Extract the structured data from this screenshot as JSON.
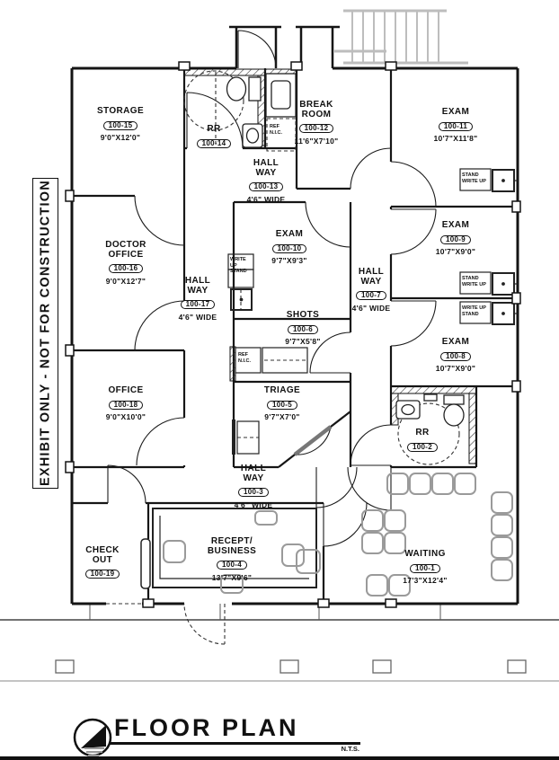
{
  "banner": {
    "text": "EXHIBIT ONLY  -  NOT FOR CONSTRUCTION"
  },
  "title": {
    "text": "FLOOR PLAN",
    "scale": "N.T.S."
  },
  "labels": {
    "ref_nic": "REF\nN.I.C.",
    "stand_write_up": "STAND\nWRITE UP",
    "write_up_stand": "WRITE UP\nSTAND"
  },
  "rooms": [
    {
      "id": "storage",
      "name": "STORAGE",
      "number": "100-15",
      "dims": "9'0\"X12'0\""
    },
    {
      "id": "rr-14",
      "name": "RR",
      "number": "100-14",
      "dims": ""
    },
    {
      "id": "break-room",
      "name": "BREAK\nROOM",
      "number": "100-12",
      "dims": "11'6\"X7'10\""
    },
    {
      "id": "exam-11",
      "name": "EXAM",
      "number": "100-11",
      "dims": "10'7\"X11'8\""
    },
    {
      "id": "hallway-13",
      "name": "HALL\nWAY",
      "number": "100-13",
      "dims": "4'6\" WIDE"
    },
    {
      "id": "doctor-office",
      "name": "DOCTOR\nOFFICE",
      "number": "100-16",
      "dims": "9'0\"X12'7\""
    },
    {
      "id": "exam-10",
      "name": "EXAM",
      "number": "100-10",
      "dims": "9'7\"X9'3\""
    },
    {
      "id": "hallway-17",
      "name": "HALL\nWAY",
      "number": "100-17",
      "dims": "4'6\" WIDE"
    },
    {
      "id": "exam-9",
      "name": "EXAM",
      "number": "100-9",
      "dims": "10'7\"X9'0\""
    },
    {
      "id": "hallway-7",
      "name": "HALL\nWAY",
      "number": "100-7",
      "dims": "4'6\" WIDE"
    },
    {
      "id": "shots",
      "name": "SHOTS",
      "number": "100-6",
      "dims": "9'7\"X5'8\""
    },
    {
      "id": "exam-8",
      "name": "EXAM",
      "number": "100-8",
      "dims": "10'7\"X9'0\""
    },
    {
      "id": "office",
      "name": "OFFICE",
      "number": "100-18",
      "dims": "9'0\"X10'0\""
    },
    {
      "id": "triage",
      "name": "TRIAGE",
      "number": "100-5",
      "dims": "9'7\"X7'0\""
    },
    {
      "id": "rr-2",
      "name": "RR",
      "number": "100-2",
      "dims": ""
    },
    {
      "id": "hallway-3",
      "name": "HALL\nWAY",
      "number": "100-3",
      "dims": "4'6\" WIDE"
    },
    {
      "id": "check-out",
      "name": "CHECK\nOUT",
      "number": "100-19",
      "dims": ""
    },
    {
      "id": "recept-business",
      "name": "RECEPT/\nBUSINESS",
      "number": "100-4",
      "dims": "13'7\"X9'6\""
    },
    {
      "id": "waiting",
      "name": "WAITING",
      "number": "100-1",
      "dims": "17'3\"X12'4\""
    }
  ]
}
